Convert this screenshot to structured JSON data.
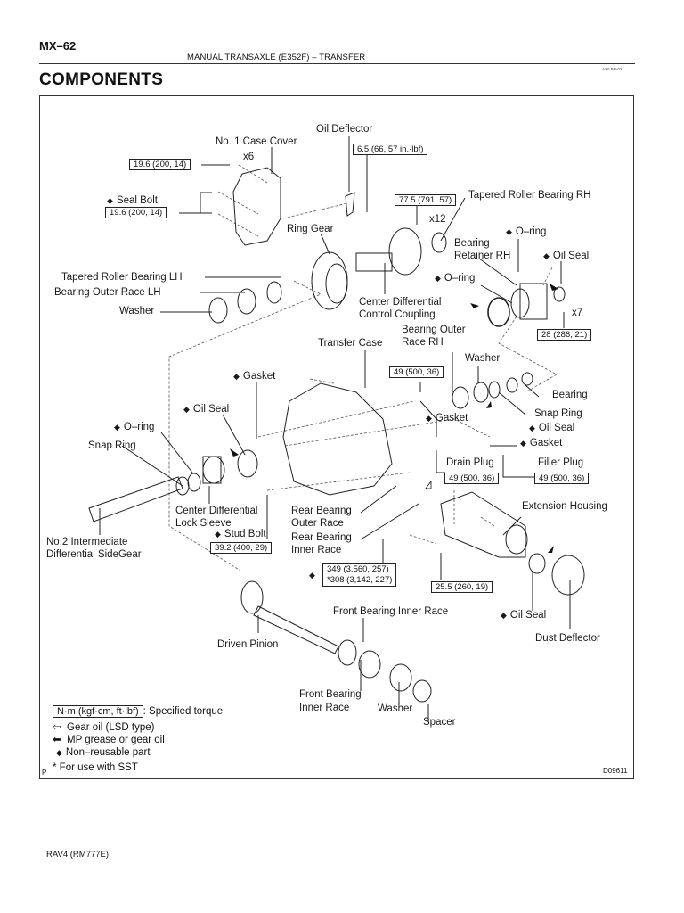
{
  "header": {
    "page_code": "MX–62",
    "title": "MANUAL TRANSAXLE (E352F)   –   TRANSFER",
    "ref_code": "AX0 BP-03",
    "section_title": "COMPONENTS"
  },
  "diagram": {
    "figure_id": "D09611",
    "corner_mark": "P",
    "parts": {
      "oil_deflector": "Oil Deflector",
      "case_cover": "No. 1 Case Cover",
      "seal_bolt": "Seal Bolt",
      "tapered_roller_bearing_rh": "Tapered Roller Bearing RH",
      "ring_gear": "Ring Gear",
      "o_ring_top": "O–ring",
      "bearing_retainer_rh_1": "Bearing",
      "bearing_retainer_rh_2": "Retainer RH",
      "oil_seal_top": "Oil Seal",
      "tapered_roller_bearing_lh": "Tapered Roller Bearing LH",
      "bearing_outer_race_lh": "Bearing Outer Race LH",
      "o_ring_mid": "O–ring",
      "center_diff_coupling_1": "Center Differential",
      "center_diff_coupling_2": "Control Coupling",
      "washer_left": "Washer",
      "transfer_case": "Transfer Case",
      "bearing_outer_race_rh_1": "Bearing Outer",
      "bearing_outer_race_rh_2": "Race RH",
      "washer_right": "Washer",
      "gasket_left": "Gasket",
      "bearing": "Bearing",
      "oil_seal_left": "Oil Seal",
      "snap_ring_right": "Snap Ring",
      "o_ring_left": "O–ring",
      "gasket_mid": "Gasket",
      "oil_seal_right": "Oil Seal",
      "snap_ring_left": "Snap Ring",
      "gasket_right": "Gasket",
      "drain_plug": "Drain Plug",
      "filler_plug": "Filler Plug",
      "lock_sleeve_1": "Center Differential",
      "lock_sleeve_2": "Lock Sleeve",
      "rear_bearing_outer_1": "Rear Bearing",
      "rear_bearing_outer_2": "Outer Race",
      "rear_bearing_inner_1": "Rear Bearing",
      "rear_bearing_inner_2": "Inner Race",
      "extension_housing": "Extension Housing",
      "stud_bolt": "Stud Bolt",
      "side_gear_1": "No.2 Intermediate",
      "side_gear_2": "Differential SideGear",
      "front_bearing_inner_race_top": "Front Bearing Inner Race",
      "oil_seal_bottom": "Oil Seal",
      "dust_deflector": "Dust Deflector",
      "driven_pinion": "Driven Pinion",
      "front_bearing_inner_race_1": "Front Bearing",
      "front_bearing_inner_race_2": "Inner Race",
      "washer_bottom": "Washer",
      "spacer": "Spacer"
    },
    "quantities": {
      "case_cover_bolts": "x6",
      "coupling_bolts": "x12",
      "retainer_bolts": "x7"
    },
    "torques": {
      "case_cover": "19.6 (200, 14)",
      "seal_bolt": "19.6 (200, 14)",
      "oil_deflector": "6.5 (66, 57 in.·lbf)",
      "ring_gear": "77.5 (791, 57)",
      "retainer": "28 (286, 21)",
      "transfer_case_plug": "49 (500, 36)",
      "drain_plug": "49 (500, 36)",
      "filler_plug": "49 (500, 36)",
      "stud_bolt": "39.2 (400, 29)",
      "nut_line1": "349 (3,560, 257)",
      "nut_line2": "*308 (3,142, 227)",
      "extension_housing": "25.5 (260, 19)"
    }
  },
  "legend": {
    "torque_box": "N·m (kgf·cm, ft·lbf)",
    "torque_desc": ": Specified torque",
    "gear_oil": "Gear oil (LSD type)",
    "mp_grease": "MP grease or gear oil",
    "non_reusable": "Non–reusable part",
    "sst": "* For use with SST"
  },
  "footer": {
    "model": "RAV4    (RM777E)"
  }
}
